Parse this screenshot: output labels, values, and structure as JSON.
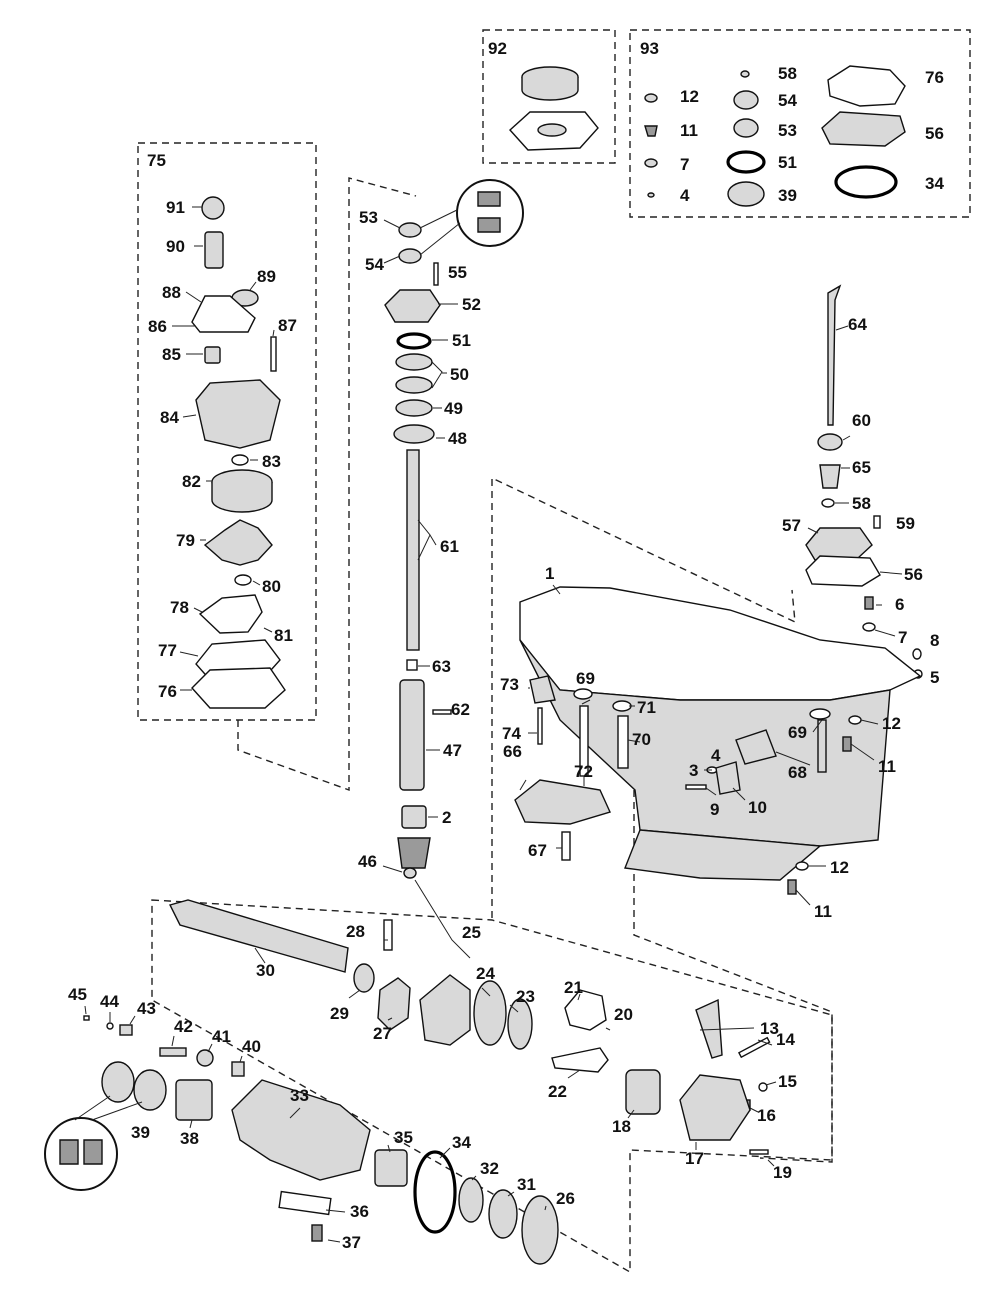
{
  "labels": {
    "c1": "1",
    "c2": "2",
    "c3": "3",
    "c4": "4",
    "c5": "5",
    "c6": "6",
    "c7": "7",
    "c8": "8",
    "c9": "9",
    "c10": "10",
    "c11": "11",
    "c12": "12",
    "c13": "13",
    "c14": "14",
    "c15": "15",
    "c16": "16",
    "c17": "17",
    "c18": "18",
    "c19": "19",
    "c20": "20",
    "c21": "21",
    "c22": "22",
    "c23": "23",
    "c24": "24",
    "c25": "25",
    "c26": "26",
    "c27": "27",
    "c28": "28",
    "c29": "29",
    "c30": "30",
    "c31": "31",
    "c32": "32",
    "c33": "33",
    "c34": "34",
    "c35": "35",
    "c36": "36",
    "c37": "37",
    "c38": "38",
    "c39": "39",
    "c40": "40",
    "c41": "41",
    "c42": "42",
    "c43": "43",
    "c44": "44",
    "c45": "45",
    "c46": "46",
    "c47": "47",
    "c48": "48",
    "c49": "49",
    "c50": "50",
    "c51": "51",
    "c52": "52",
    "c53": "53",
    "c54": "54",
    "c55": "55",
    "c56": "56",
    "c57": "57",
    "c58": "58",
    "c59": "59",
    "c60": "60",
    "c61": "61",
    "c62": "62",
    "c63": "63",
    "c64": "64",
    "c65": "65",
    "c66": "66",
    "c67": "67",
    "c68": "68",
    "c69": "69",
    "c70": "70",
    "c71": "71",
    "c72": "72",
    "c73": "73",
    "c74": "74",
    "c75": "75",
    "c76": "76",
    "c77": "77",
    "c78": "78",
    "c79": "79",
    "c80": "80",
    "c81": "81",
    "c82": "82",
    "c83": "83",
    "c84": "84",
    "c85": "85",
    "c86": "86",
    "c87": "87",
    "c88": "88",
    "c89": "89",
    "c90": "90",
    "c91": "91",
    "c92": "92",
    "c93": "93"
  }
}
